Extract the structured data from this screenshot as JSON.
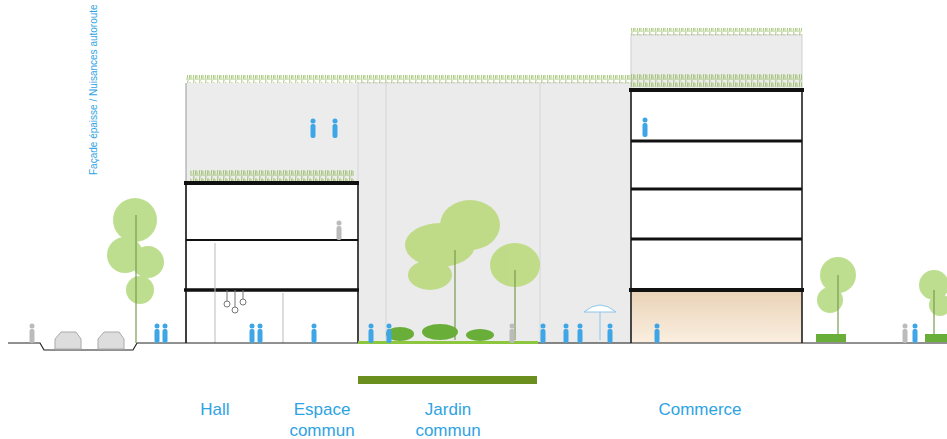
{
  "diagram": {
    "labels": [
      "Façade épaisse / Nuisances autoroute",
      "Hall",
      "Espace commun",
      "Jardin commun",
      "Commerce"
    ]
  }
}
